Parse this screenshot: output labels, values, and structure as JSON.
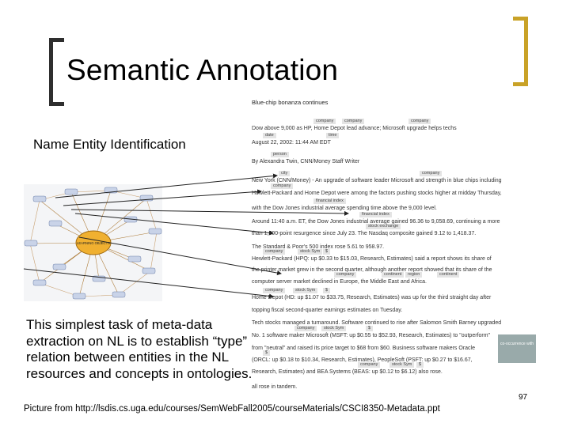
{
  "slide": {
    "title": "Semantic Annotation",
    "ner_label": "Name Entity Identification",
    "body_text": "This simplest task of meta-data extraction on NL is to establish “type” relation between entities in the NL resources and concepts in ontologies.",
    "source": "Picture from http://lsdis.cs.uga.edu/courses/SemWebFall2005/courseMaterials/CSCI8350-Metadata.ppt",
    "page_number": "97"
  },
  "ontology_graph": {
    "center_label": "LEARNING OBJECTS"
  },
  "article": {
    "headline": "Blue-chip bonanza continues",
    "lines": [
      "Dow above 9,000 as HP, Home Depot lead advance; Microsoft upgrade helps techs",
      "August 22, 2002: 11:44 AM EDT",
      "By Alexandra Twin, CNN/Money Staff Writer",
      "New York (CNN/Money) - An upgrade of software leader Microsoft and strength in blue chips including",
      "Hewlett-Packard and Home Depot were among the factors pushing stocks higher at midday Thursday,",
      "with the Dow Jones industrial average spending time above the 9,000 level.",
      "Around 11:40 a.m. ET, the Dow Jones industrial average gained 96.36 to 9,058.69, continuing a more",
      "than 1,300-point resurgence since July 23. The Nasdaq composite gained 9.12 to 1,418.37.",
      "The Standard & Poor's 500 index rose 5.61 to 958.97.",
      "Hewlett-Packard (HPQ: up $0.33 to $15.03, Research, Estimates) said a report shows its share of",
      "the printer market grew in the second quarter, although another report showed that its share of the",
      "computer server market declined in Europe, the Middle East and Africa.",
      "Home Depot (HD: up $1.07 to $33.75, Research, Estimates) was up for the third straight day after",
      "topping fiscal second-quarter earnings estimates on Tuesday.",
      "Tech stocks managed a turnaround. Software continued to rise after Salomon Smith Barney upgraded",
      "No. 1 software maker Microsoft (MSFT: up $0.55 to $52.93, Research, Estimates) to \"outperform\"",
      "from \"neutral\" and raised its price target to $68 from $60. Business software makers Oracle",
      "(ORCL: up $0.18 to $10.34, Research, Estimates), PeopleSoft (PSFT: up $0.27 to $16.67,",
      "Research, Estimates) and BEA Systems (BEAS: up $0.12 to $6.12) also rose.",
      "all rose in tandem."
    ],
    "tags": [
      "company",
      "company",
      "company",
      "date",
      "time",
      "person",
      "city",
      "company",
      "company",
      "financial index",
      "financial index",
      "stock exchange",
      "company",
      "stock Sym",
      "$",
      "company",
      "continent",
      "region",
      "continent",
      "company",
      "stock Sym",
      "$",
      "company",
      "stock Sym",
      "$",
      "$",
      "company",
      "stock Sym",
      "$"
    ],
    "side_badge": "co-occurrence with"
  }
}
